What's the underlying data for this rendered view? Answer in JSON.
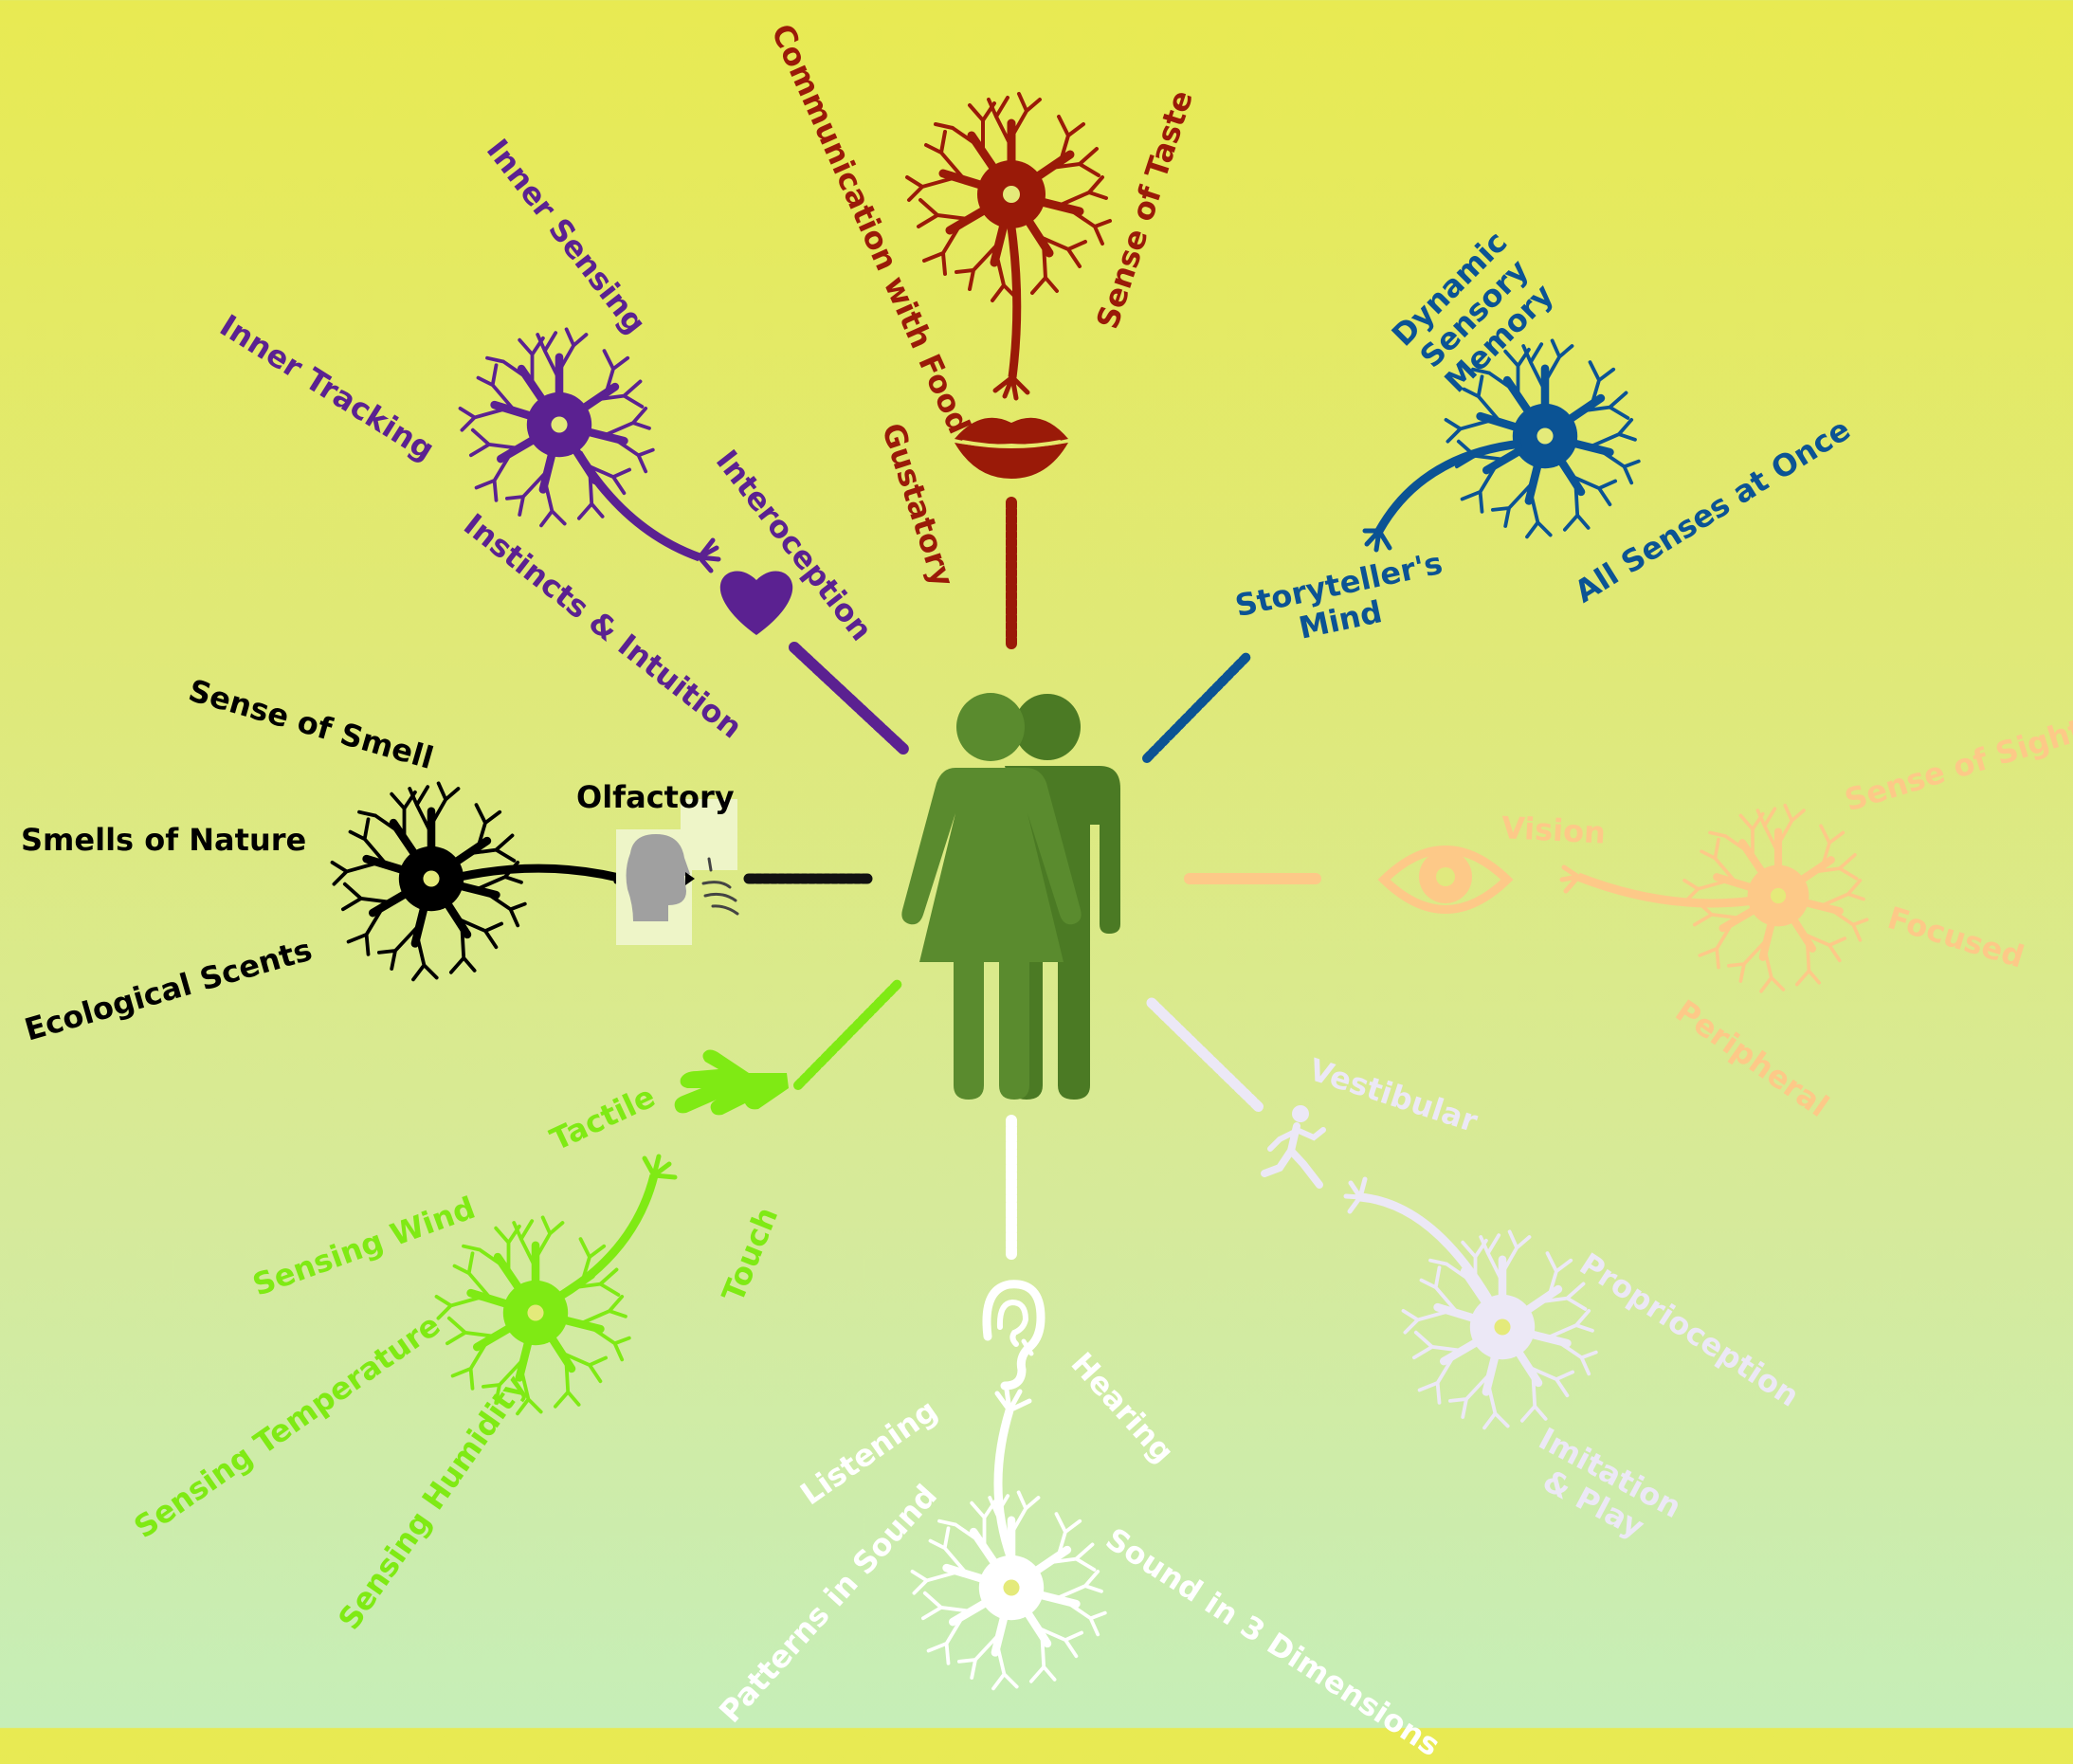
{
  "colors": {
    "gustatory": "#9a1a08",
    "interoception": "#5b2191",
    "storyteller": "#0b5394",
    "vision": "#fdc988",
    "olfactory": "#000000",
    "tactile": "#7fea14",
    "hearing": "#ffffff",
    "vestibular": "#ece8f6",
    "person_front": "#5a8b2e",
    "person_back": "#4b7a24"
  },
  "icons": {
    "center": "people-icon",
    "gustatory": "lips-icon",
    "interoception": "heart-icon",
    "olfactory": "smelling-head-icon",
    "vision": "eye-icon",
    "tactile": "hand-icon",
    "hearing": "ear-icon",
    "vestibular": "runner-icon",
    "neuron": "neuron-icon"
  },
  "labels": {
    "gustatory": {
      "main": "Gustatory",
      "items": [
        "Communication with Food",
        "Sense of Taste"
      ]
    },
    "interoception": {
      "main": "Interoception",
      "items": [
        "Inner Sensing",
        "Inner Tracking",
        "Instincts & Intuition"
      ]
    },
    "storyteller": {
      "main": "Storyteller's Mind",
      "items": [
        "Dynamic Sensory Memory",
        "All Senses at Once"
      ]
    },
    "vision": {
      "main": "Vision",
      "items": [
        "Sense of Sight",
        "Focused",
        "Peripheral"
      ]
    },
    "olfactory": {
      "main": "Olfactory",
      "items": [
        "Sense of Smell",
        "Smells of Nature",
        "Ecological Scents"
      ]
    },
    "tactile": {
      "main": "Tactile",
      "items": [
        "Touch",
        "Sensing Wind",
        "Sensing Temperature",
        "Sensing Humidity"
      ]
    },
    "hearing": {
      "main": "Hearing",
      "items": [
        "Listening",
        "Patterns in Sound",
        "Sound in 3 Dimensions"
      ]
    },
    "vestibular": {
      "main": "Vestibular",
      "items": [
        "Proprioception",
        "Imitation & Play"
      ]
    }
  }
}
